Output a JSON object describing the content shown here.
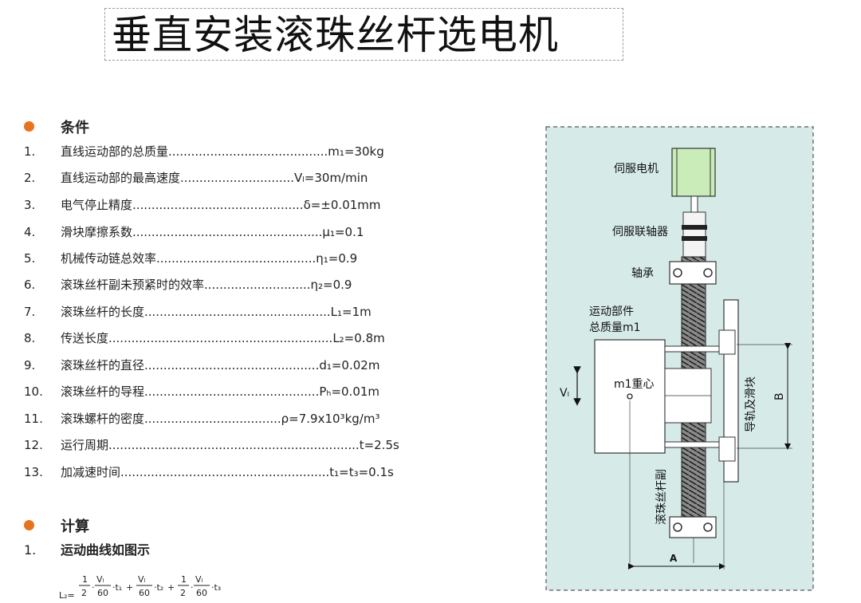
{
  "title": "垂直安装滚珠丝杆选电机",
  "conditions": {
    "heading": "条件",
    "items": [
      {
        "num": "1.",
        "text": "直线运动部的总质量..........................................m₁=30kg"
      },
      {
        "num": "2.",
        "text": "直线运动部的最高速度..............................Vₗ=30m/min"
      },
      {
        "num": "3.",
        "text": "电气停止精度.............................................δ=±0.01mm"
      },
      {
        "num": "4.",
        "text": "滑块摩擦系数..................................................μ₁=0.1"
      },
      {
        "num": "5.",
        "text": "机械传动链总效率..........................................η₁=0.9"
      },
      {
        "num": "6.",
        "text": "滚珠丝杆副未预紧时的效率............................η₂=0.9"
      },
      {
        "num": "7.",
        "text": "滚珠丝杆的长度.................................................L₁=1m"
      },
      {
        "num": "8.",
        "text": "传送长度...........................................................L₂=0.8m"
      },
      {
        "num": "9.",
        "text": "滚珠丝杆的直径..............................................d₁=0.02m"
      },
      {
        "num": "10.",
        "text": "滚珠丝杆的导程..............................................Pₕ=0.01m"
      },
      {
        "num": "11.",
        "text": "滚珠螺杆的密度....................................ρ=7.9x10³kg/m³"
      },
      {
        "num": "12.",
        "text": "运行周期..................................................................t=2.5s"
      },
      {
        "num": "13.",
        "text": "加减速时间.......................................................t₁=t₃=0.1s"
      }
    ]
  },
  "calculation": {
    "heading": "计算",
    "item_num": "1.",
    "item_text": "运动曲线如图示",
    "formula": {
      "lhs": "L₂=",
      "one": "1",
      "two": "2",
      "vl": "Vₗ",
      "sixty": "60",
      "t1": "·t₁",
      "t2": "·t₂",
      "t3": "·t₃",
      "plus": "+",
      "dot": "·"
    }
  },
  "diagram": {
    "servo_motor": "伺服电机",
    "coupling": "伺服联轴器",
    "bearing": "轴承",
    "moving_part_line1": "运动部件",
    "moving_part_line2": "总质量m1",
    "center_of_mass": "m1重心",
    "velocity": "Vₗ",
    "guide_rail": "导轨及滑块",
    "ball_screw": "滚珠丝杆副",
    "dim_a": "A",
    "dim_b": "B",
    "colors": {
      "background": "#d6ebe8",
      "motor": "#c9ecb9",
      "border": "#555555"
    }
  }
}
